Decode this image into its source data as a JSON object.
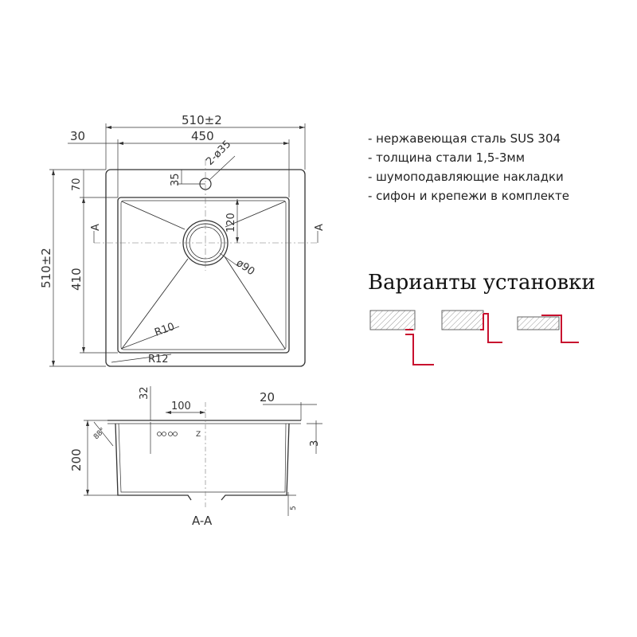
{
  "dimensions": {
    "overall_width": "510±2",
    "flange": "30",
    "inner_width": "450",
    "tap_hole": "2-ø35",
    "tap_offset": "35",
    "top_offset": "70",
    "drain_offset": "120",
    "drain_diameter": "ø90",
    "overall_height": "510±2",
    "inner_height": "410",
    "inner_radius": "R10",
    "outer_radius": "R12",
    "section_label_left": "A",
    "section_label_right": "A",
    "section_offset": "32",
    "section_overflow": "100",
    "section_rim": "20",
    "section_thickness": "3",
    "section_depth": "200",
    "section_angle": "88°",
    "section_bottom": "5",
    "section_title": "A-A"
  },
  "specs": {
    "items": [
      "- нержавеющая сталь SUS 304",
      "- толщина стали 1,5-3мм",
      "- шумоподавляющие накладки",
      "- сифон и крепежи в комплекте"
    ]
  },
  "install": {
    "title": "Варианты установки",
    "variants": [
      "installation-variant-1",
      "installation-variant-2",
      "installation-variant-3"
    ]
  },
  "colors": {
    "line": "#333333",
    "accent": "#c8102e",
    "hatch": "#999999"
  }
}
